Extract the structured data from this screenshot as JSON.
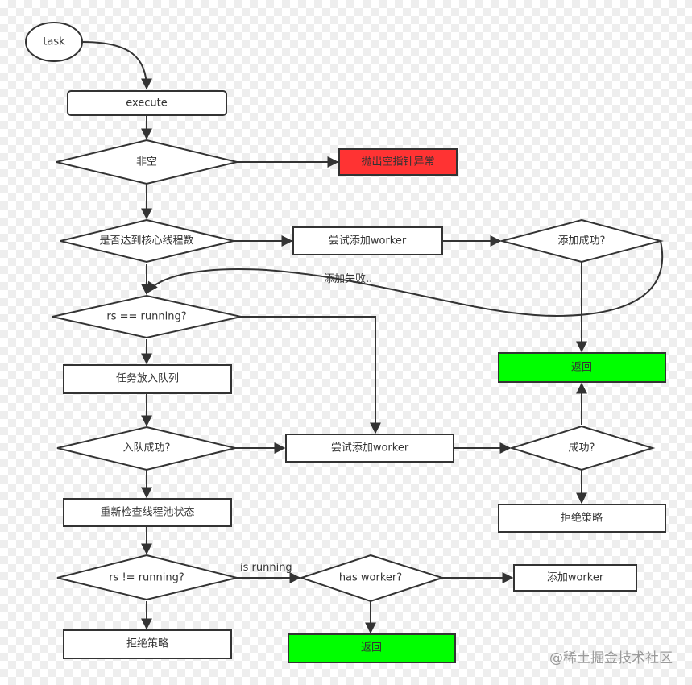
{
  "nodes": {
    "task": "task",
    "execute": "execute",
    "not_null": "非空",
    "throw_npe": "抛出空指针异常",
    "reach_core": "是否达到核心线程数",
    "try_add_worker_1": "尝试添加worker",
    "add_success": "添加成功?",
    "return_1": "返回",
    "rs_running": "rs == running?",
    "enqueue_task": "任务放入队列",
    "enqueue_success": "入队成功?",
    "try_add_worker_2": "尝试添加worker",
    "success": "成功?",
    "reject_1": "拒绝策略",
    "recheck_state": "重新检查线程池状态",
    "rs_not_running": "rs != running?",
    "has_worker": "has worker?",
    "add_worker": "添加worker",
    "reject_2": "拒绝策略",
    "return_2": "返回"
  },
  "edge_labels": {
    "add_failed": "添加失败..",
    "is_running": "is running"
  },
  "colors": {
    "error_fill": "#ff3333",
    "return_fill": "#00ff00",
    "stroke": "#333333"
  },
  "watermark": "@稀土掘金技术社区"
}
